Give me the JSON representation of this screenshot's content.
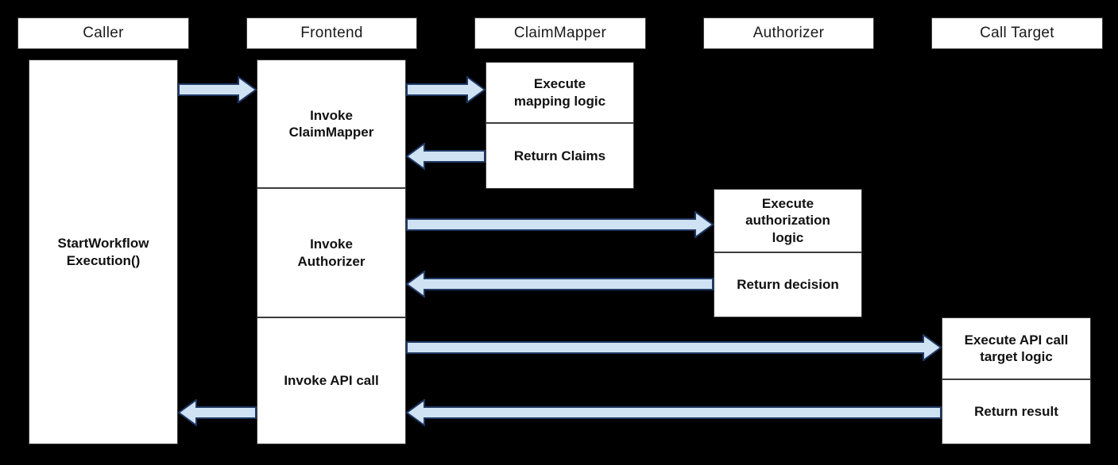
{
  "lanes": [
    {
      "label": "Caller"
    },
    {
      "label": "Frontend"
    },
    {
      "label": "ClaimMapper"
    },
    {
      "label": "Authorizer"
    },
    {
      "label": "Call Target"
    }
  ],
  "caller": {
    "activity": "StartWorkflow\nExecution()"
  },
  "frontend": {
    "steps": [
      {
        "label": "Invoke\nClaimMapper"
      },
      {
        "label": "Invoke\nAuthorizer"
      },
      {
        "label": "Invoke API call"
      }
    ]
  },
  "claimmapper": {
    "execute": "Execute\nmapping logic",
    "return": "Return Claims"
  },
  "authorizer": {
    "execute": "Execute\nauthorization\nlogic",
    "return": "Return decision"
  },
  "calltarget": {
    "execute": "Execute API call\ntarget logic",
    "return": "Return result"
  },
  "arrows": [
    {
      "name": "caller-to-frontend",
      "direction": "right"
    },
    {
      "name": "frontend-to-claimmapper",
      "direction": "right"
    },
    {
      "name": "claimmapper-to-frontend",
      "direction": "left"
    },
    {
      "name": "frontend-to-authorizer",
      "direction": "right"
    },
    {
      "name": "authorizer-to-frontend",
      "direction": "left"
    },
    {
      "name": "frontend-to-calltarget",
      "direction": "right"
    },
    {
      "name": "calltarget-to-frontend",
      "direction": "left"
    },
    {
      "name": "frontend-to-caller",
      "direction": "left"
    }
  ],
  "colors": {
    "background": "#000000",
    "box_fill": "#ffffff",
    "box_border": "#3c3c3c",
    "arrow_fill": "#cfe2f3",
    "arrow_stroke": "#1f3864",
    "text": "#111111"
  }
}
